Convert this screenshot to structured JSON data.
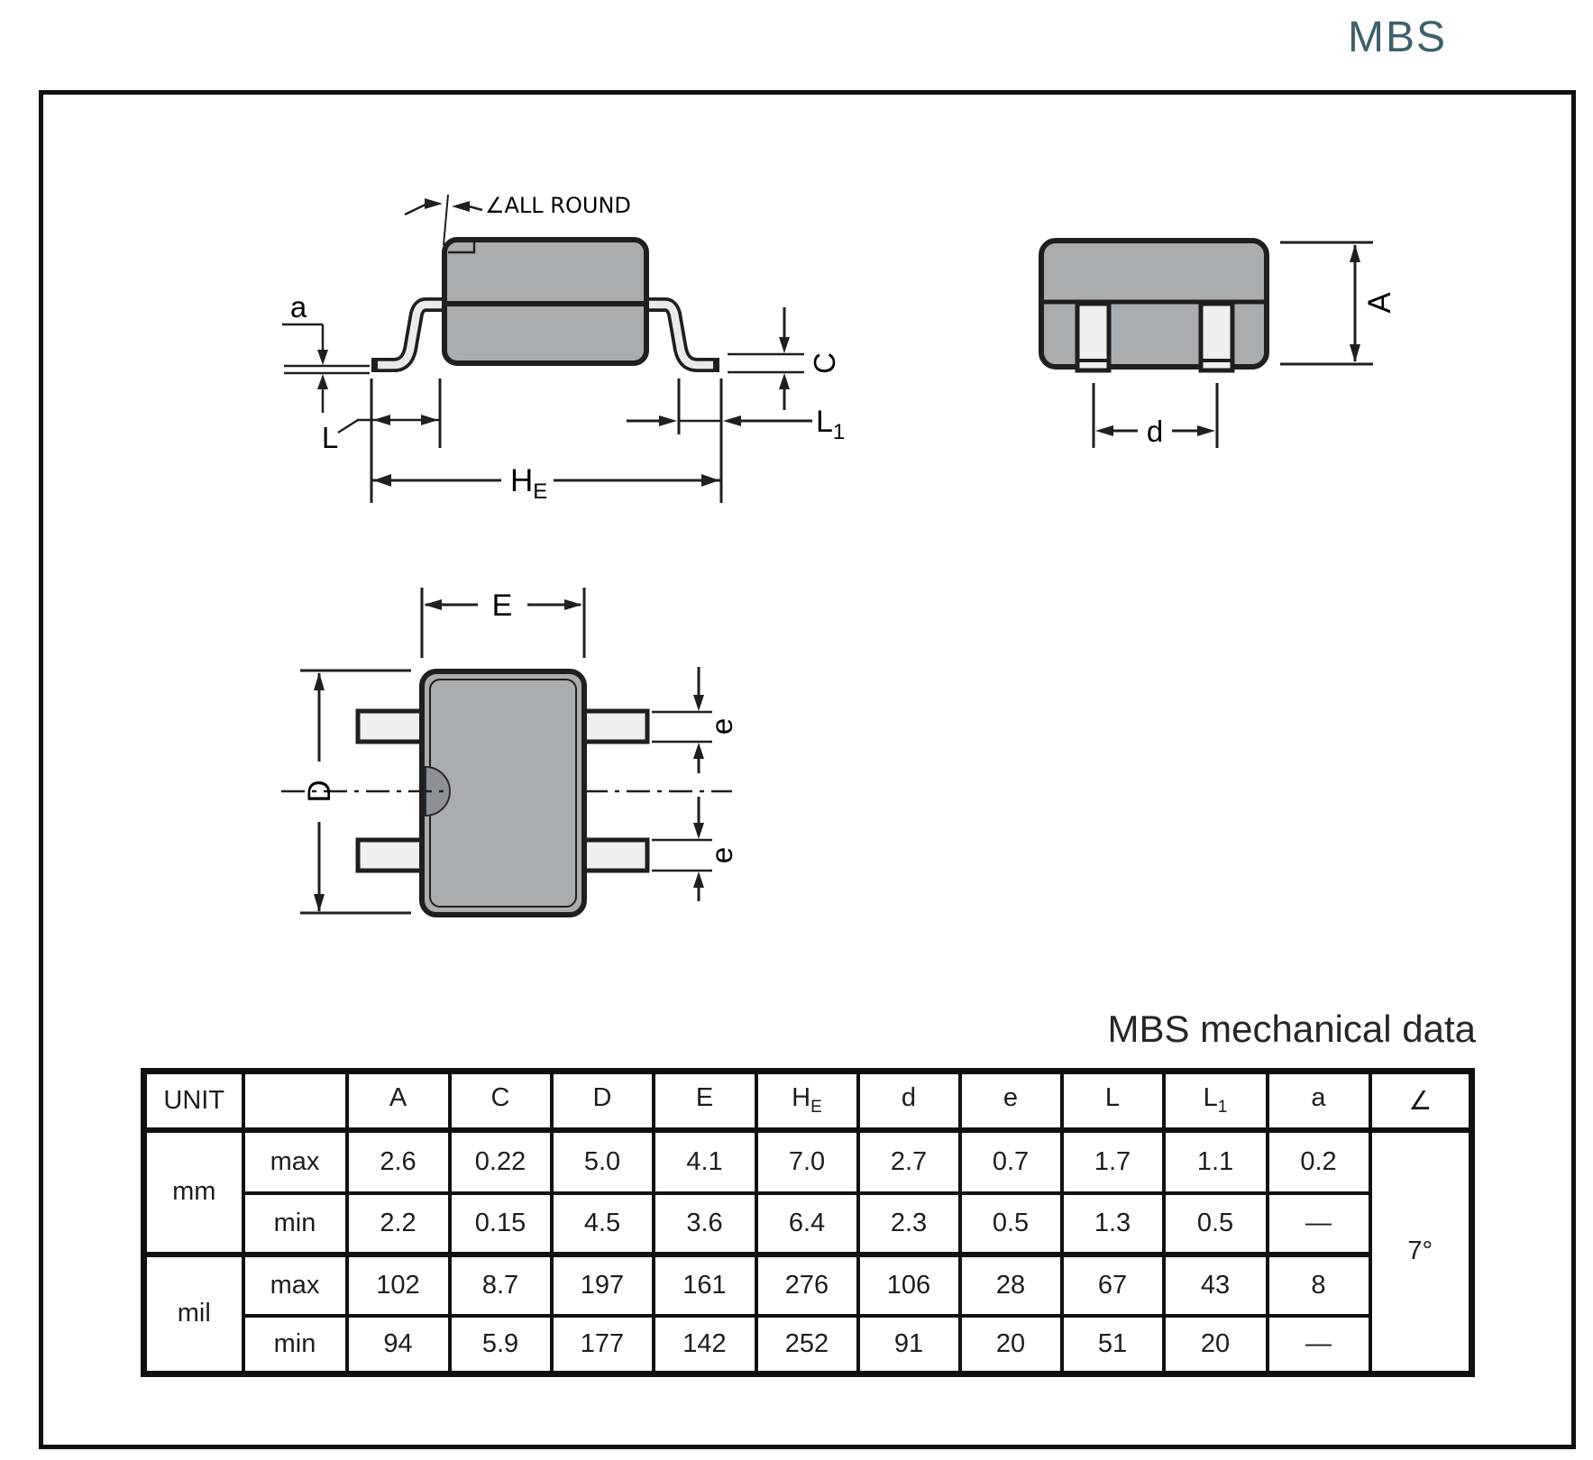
{
  "page": {
    "title": "MBS",
    "title_color": "#3c616b",
    "table_heading": "MBS mechanical data"
  },
  "drawings": {
    "side_view": {
      "angle_note": "∠ALL ROUND",
      "label_a": "a",
      "label_L": "L",
      "label_HE_main": "H",
      "label_HE_sub": "E",
      "label_C": "C",
      "label_L1_main": "L",
      "label_L1_sub": "1"
    },
    "front_view": {
      "label_A": "A",
      "label_d": "d"
    },
    "top_view": {
      "label_E": "E",
      "label_D": "D",
      "label_e_top": "e",
      "label_e_bottom": "e"
    }
  },
  "table": {
    "unit_header": "UNIT",
    "col_headers": [
      {
        "main": "A",
        "sub": ""
      },
      {
        "main": "C",
        "sub": ""
      },
      {
        "main": "D",
        "sub": ""
      },
      {
        "main": "E",
        "sub": ""
      },
      {
        "main": "H",
        "sub": "E"
      },
      {
        "main": "d",
        "sub": ""
      },
      {
        "main": "e",
        "sub": ""
      },
      {
        "main": "L",
        "sub": ""
      },
      {
        "main": "L",
        "sub": "1"
      },
      {
        "main": "a",
        "sub": ""
      },
      {
        "main": "∠",
        "sub": ""
      }
    ],
    "rows": [
      {
        "unit": "mm",
        "bound": "max",
        "values": [
          "2.6",
          "0.22",
          "5.0",
          "4.1",
          "7.0",
          "2.7",
          "0.7",
          "1.7",
          "1.1",
          "0.2"
        ]
      },
      {
        "unit": "",
        "bound": "min",
        "values": [
          "2.2",
          "0.15",
          "4.5",
          "3.6",
          "6.4",
          "2.3",
          "0.5",
          "1.3",
          "0.5",
          "—"
        ]
      },
      {
        "unit": "mil",
        "bound": "max",
        "values": [
          "102",
          "8.7",
          "197",
          "161",
          "276",
          "106",
          "28",
          "67",
          "43",
          "8"
        ]
      },
      {
        "unit": "",
        "bound": "min",
        "values": [
          "94",
          "5.9",
          "177",
          "142",
          "252",
          "91",
          "20",
          "51",
          "20",
          "—"
        ]
      }
    ],
    "angle_value": "7°"
  }
}
